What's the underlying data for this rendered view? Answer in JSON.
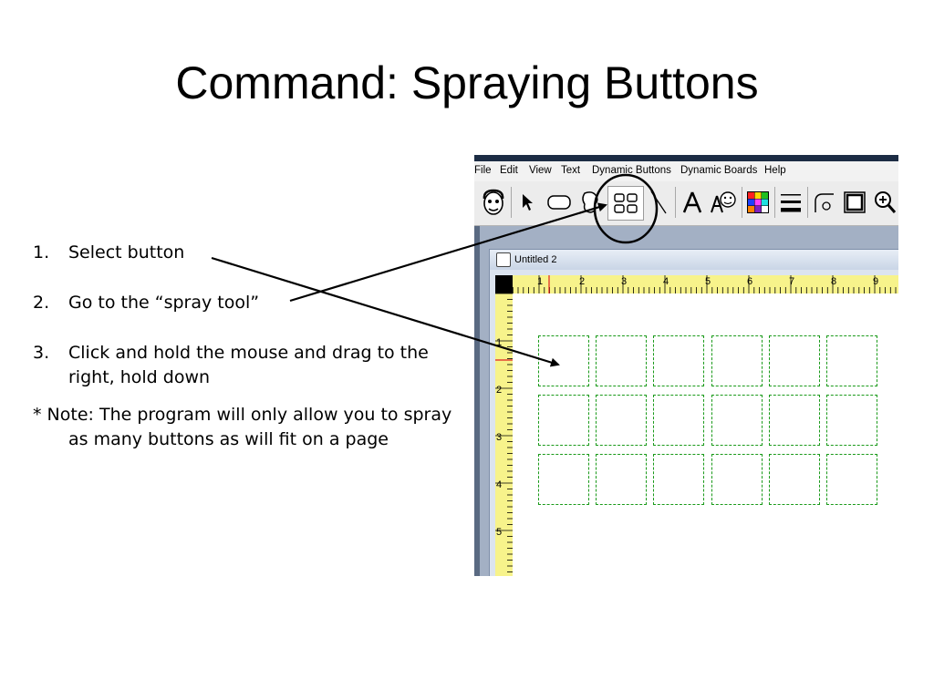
{
  "slide": {
    "title": "Command:  Spraying Buttons"
  },
  "steps": [
    {
      "num": "1.",
      "text": "Select button"
    },
    {
      "num": "2.",
      "text": "Go to the “spray tool”"
    },
    {
      "num": "3.",
      "text": "Click and hold the mouse and drag to the right, hold down"
    }
  ],
  "note": "* Note: The program will only allow you to spray as many buttons as will fit on a page",
  "app": {
    "menu": [
      "File",
      "Edit",
      "View",
      "Text",
      "Dynamic Buttons",
      "Dynamic Boards",
      "Help"
    ],
    "document_title": "Untitled 2",
    "ruler_h": [
      "1",
      "2",
      "3",
      "4",
      "5",
      "6",
      "7",
      "8",
      "9"
    ],
    "ruler_v": [
      "1",
      "2",
      "3",
      "4",
      "5"
    ],
    "tools": [
      {
        "name": "face-tool-icon"
      },
      {
        "name": "pointer-tool-icon"
      },
      {
        "name": "button-tool-icon"
      },
      {
        "name": "freeform-button-tool-icon"
      },
      {
        "name": "spray-tool-icon",
        "pressed": true
      },
      {
        "name": "line-tool-icon"
      },
      {
        "name": "text-tool-icon"
      },
      {
        "name": "symbol-finder-icon"
      },
      {
        "name": "color-palette-icon"
      },
      {
        "name": "line-thickness-icon"
      },
      {
        "name": "corner-shape-icon"
      },
      {
        "name": "border-icon"
      },
      {
        "name": "zoom-icon"
      }
    ],
    "grid": {
      "rows": 3,
      "cols": 6
    }
  },
  "colors": {
    "button_border": "#1a9a1a",
    "ruler": "#f7f38b",
    "ruler_mark": "#e02020"
  }
}
